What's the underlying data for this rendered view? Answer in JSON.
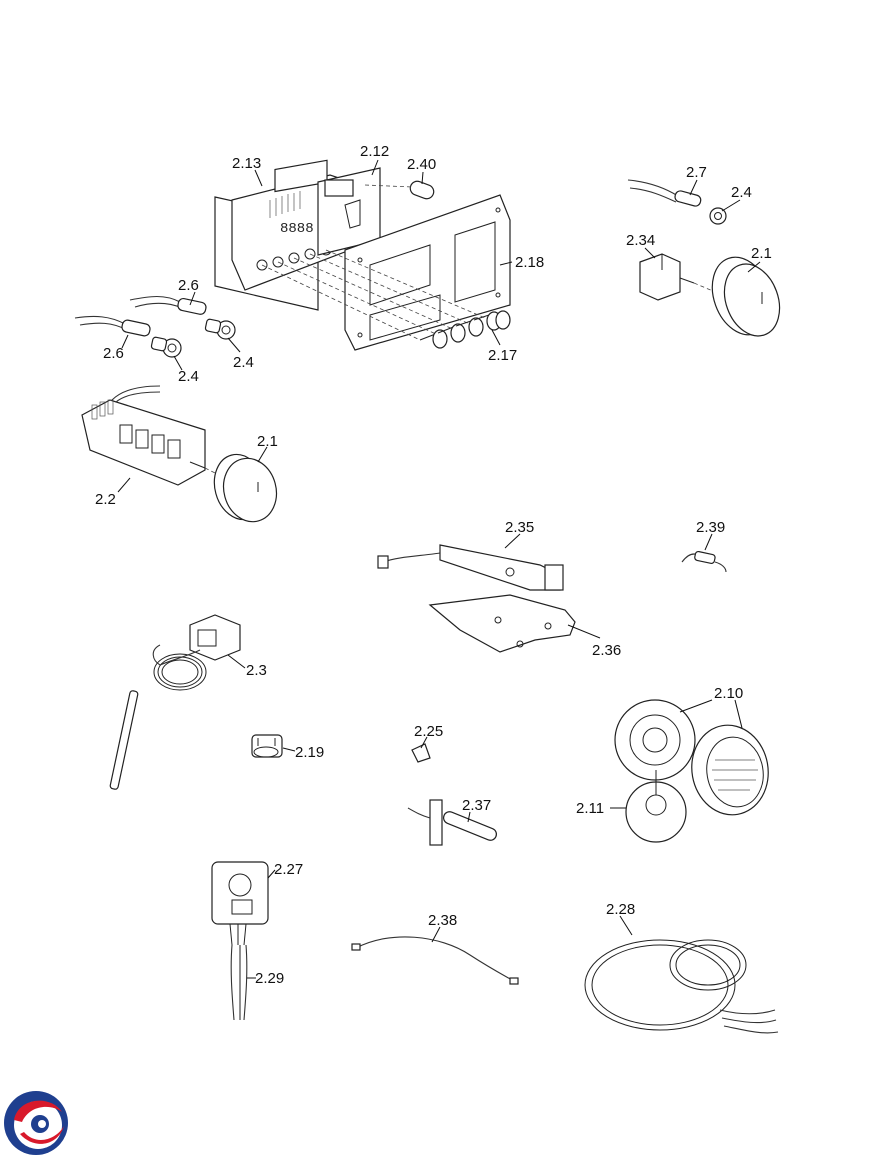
{
  "labels": {
    "l213": "2.13",
    "l212": "2.12",
    "l240": "2.40",
    "l218": "2.18",
    "l217": "2.17",
    "l26a": "2.6",
    "l26b": "2.6",
    "l24a": "2.4",
    "l24b": "2.4",
    "l27": "2.7",
    "l24c": "2.4",
    "l234": "2.34",
    "l21a": "2.1",
    "l21b": "2.1",
    "l22": "2.2",
    "l235": "2.35",
    "l239": "2.39",
    "l236": "2.36",
    "l23": "2.3",
    "l210": "2.10",
    "l225": "2.25",
    "l219": "2.19",
    "l237": "2.37",
    "l211": "2.11",
    "l227": "2.27",
    "l238": "2.38",
    "l228": "2.28",
    "l229": "2.29"
  },
  "colors": {
    "logo_blue": "#1f3f8f",
    "logo_red": "#d8192b"
  },
  "icons": {
    "logo": "brand-logo-icon"
  }
}
